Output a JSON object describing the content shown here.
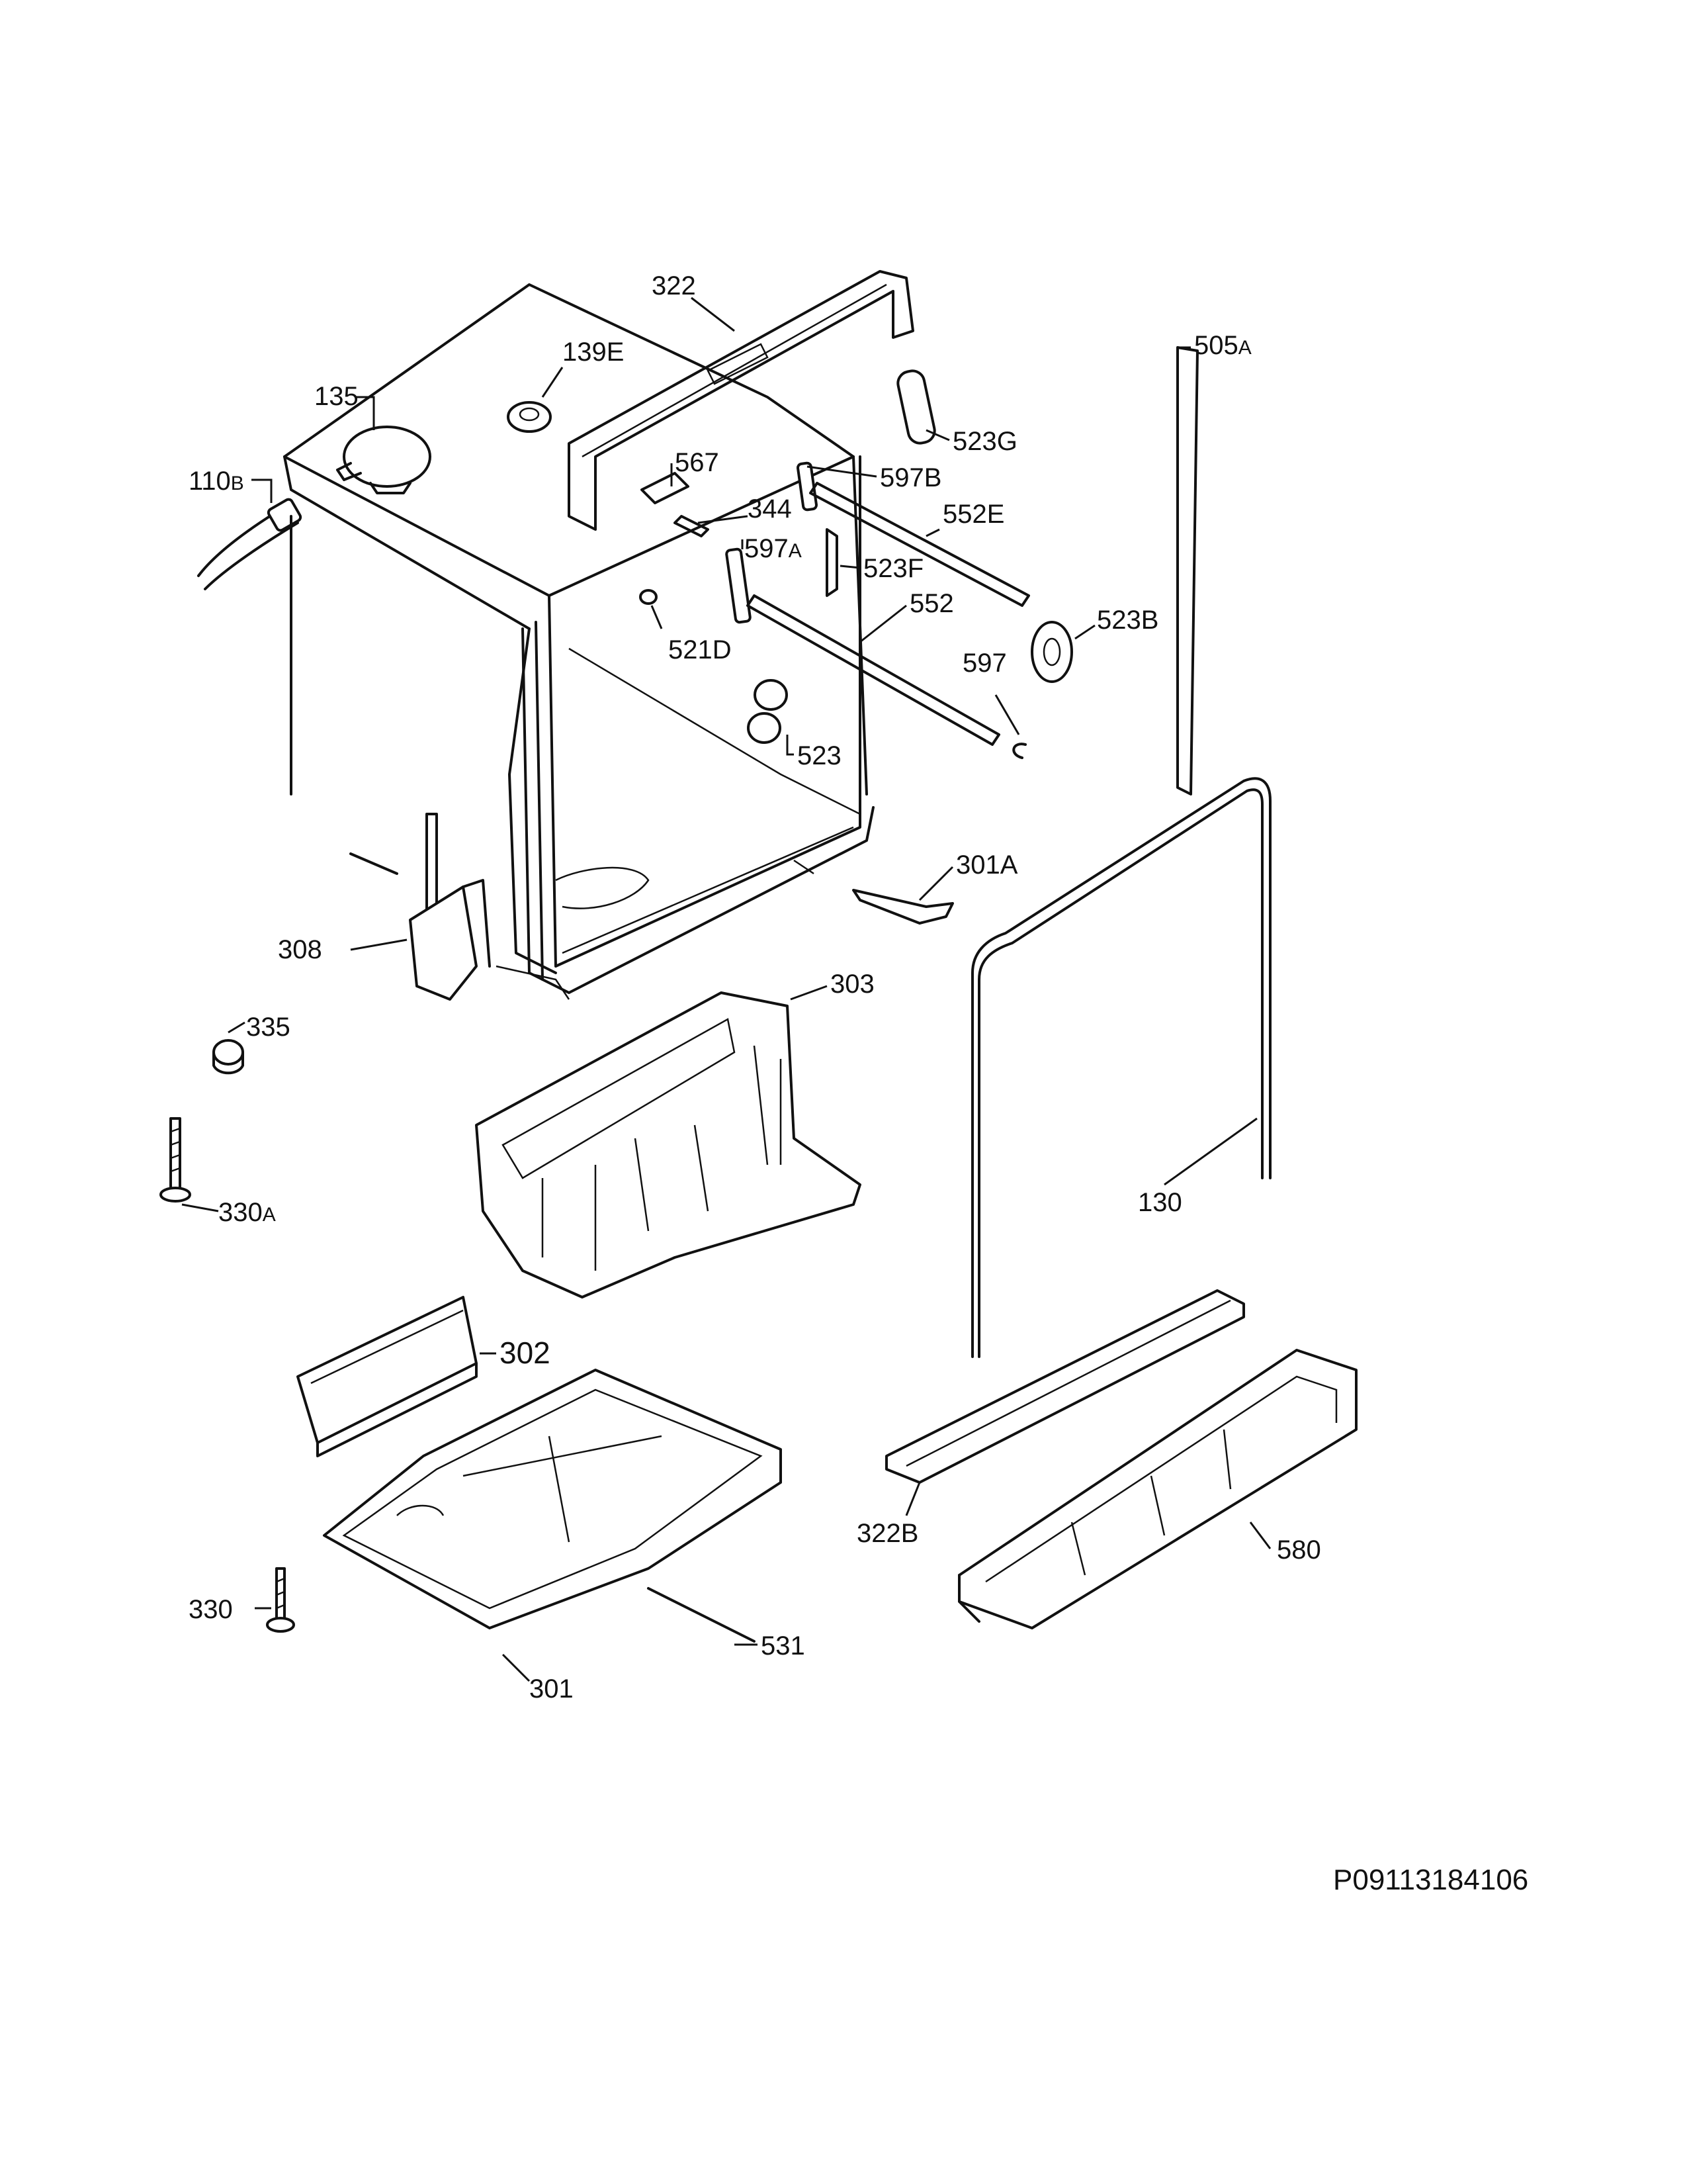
{
  "diagram": {
    "drawing_code": "P09113184106",
    "callouts": [
      {
        "id": "c-322",
        "text": "322"
      },
      {
        "id": "c-139e",
        "text": "139E"
      },
      {
        "id": "c-135",
        "text": "135"
      },
      {
        "id": "c-110b",
        "text": "110",
        "suffix": "B"
      },
      {
        "id": "c-567",
        "text": "567"
      },
      {
        "id": "c-597b",
        "text": "597B"
      },
      {
        "id": "c-344",
        "text": "344"
      },
      {
        "id": "c-523g",
        "text": "523G"
      },
      {
        "id": "c-505a",
        "text": "505",
        "suffix": "A"
      },
      {
        "id": "c-552e",
        "text": "552E"
      },
      {
        "id": "c-597a",
        "text": "597",
        "suffix": "A"
      },
      {
        "id": "c-523f",
        "text": "523F"
      },
      {
        "id": "c-552",
        "text": "552"
      },
      {
        "id": "c-523b",
        "text": "523B"
      },
      {
        "id": "c-521d",
        "text": "521D"
      },
      {
        "id": "c-597",
        "text": "597"
      },
      {
        "id": "c-523",
        "text": "523"
      },
      {
        "id": "c-301a",
        "text": "301A"
      },
      {
        "id": "c-308",
        "text": "308"
      },
      {
        "id": "c-303",
        "text": "303"
      },
      {
        "id": "c-335",
        "text": "335"
      },
      {
        "id": "c-130",
        "text": "130"
      },
      {
        "id": "c-330a",
        "text": "330",
        "suffix": "A"
      },
      {
        "id": "c-302",
        "text": "302"
      },
      {
        "id": "c-322b",
        "text": "322B"
      },
      {
        "id": "c-580",
        "text": "580"
      },
      {
        "id": "c-330",
        "text": "330"
      },
      {
        "id": "c-531",
        "text": "531"
      },
      {
        "id": "c-301",
        "text": "301"
      }
    ]
  }
}
